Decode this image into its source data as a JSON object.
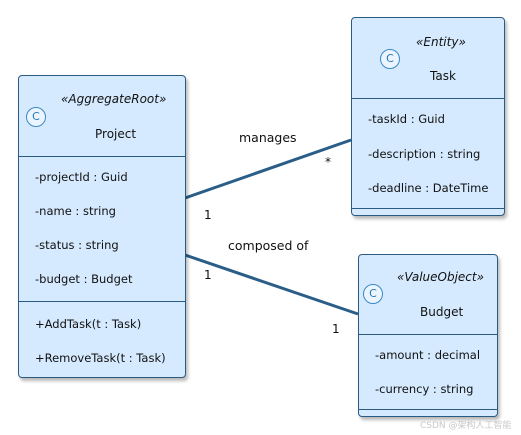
{
  "classes": {
    "project": {
      "badge": "C",
      "stereotype": "«AggregateRoot»",
      "name": "Project",
      "fields": [
        "-projectId : Guid",
        "-name : string",
        "-status : string",
        "-budget : Budget"
      ],
      "methods": [
        "+AddTask(t : Task)",
        "+RemoveTask(t : Task)"
      ]
    },
    "task": {
      "badge": "C",
      "stereotype": "«Entity»",
      "name": "Task",
      "fields": [
        "-taskId : Guid",
        "-description : string",
        "-deadline : DateTime"
      ],
      "methods": []
    },
    "budget": {
      "badge": "C",
      "stereotype": "«ValueObject»",
      "name": "Budget",
      "fields": [
        "-amount : decimal",
        "-currency : string"
      ],
      "methods": []
    }
  },
  "relations": {
    "manages": {
      "label": "manages",
      "source_mult": "1",
      "target_mult": "*"
    },
    "composed": {
      "label": "composed of",
      "source_mult": "1",
      "target_mult": "1"
    }
  },
  "colors": {
    "class_fill": "#d6eaff",
    "class_border": "#2c5b82",
    "link": "#2a5e88",
    "badge": "#2b78b5"
  },
  "watermark": "CSDN @架构人工智能"
}
